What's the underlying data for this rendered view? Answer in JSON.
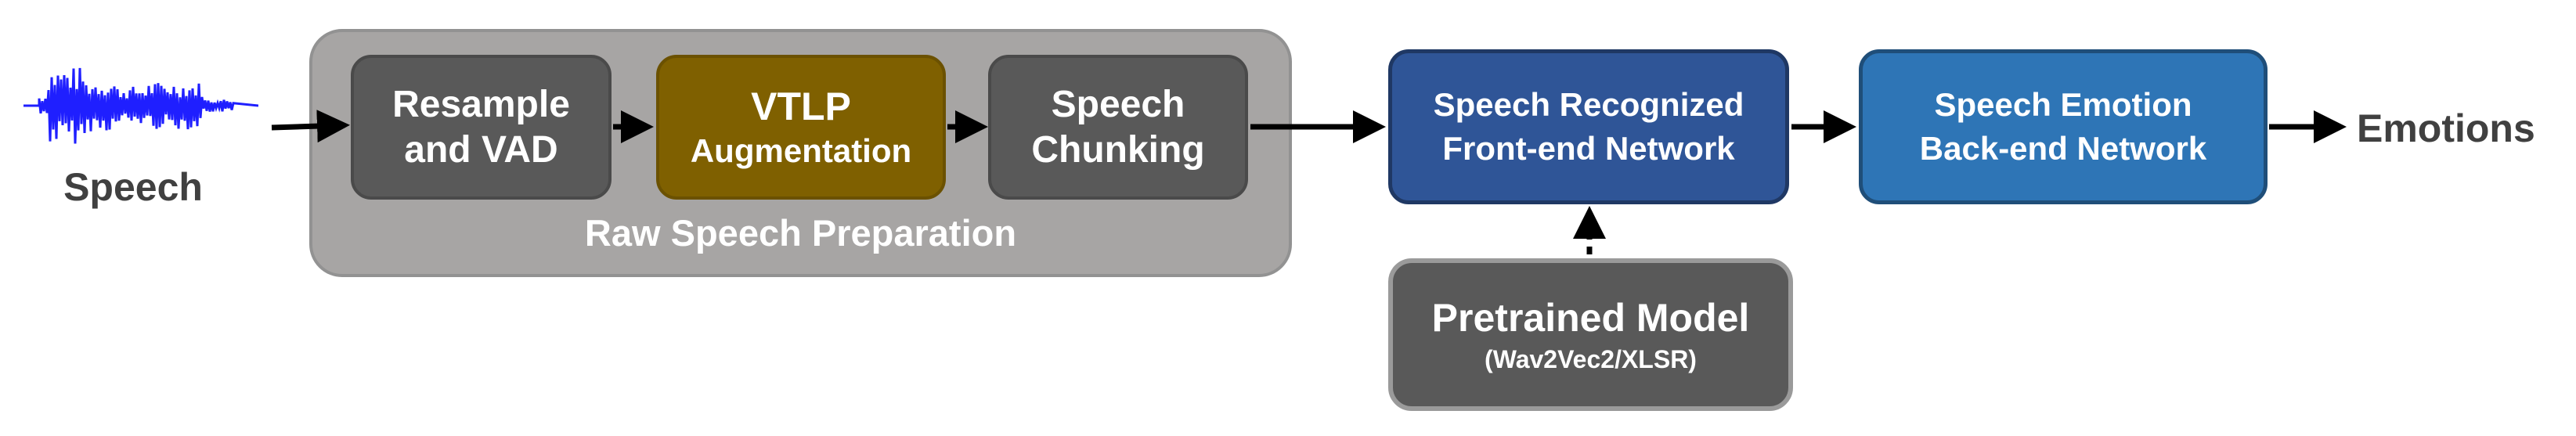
{
  "input": {
    "label": "Speech"
  },
  "output": {
    "label": "Emotions"
  },
  "group": {
    "label": "Raw Speech Preparation"
  },
  "prep_steps": [
    {
      "line1": "Resample",
      "line2": "and VAD"
    },
    {
      "line1": "VTLP",
      "line2": "Augmentation"
    },
    {
      "line1": "Speech",
      "line2": "Chunking"
    }
  ],
  "front_end": {
    "line1": "Speech Recognized",
    "line2": "Front-end Network"
  },
  "back_end": {
    "line1": "Speech Emotion",
    "line2": "Back-end Network"
  },
  "pretrained": {
    "title": "Pretrained Model",
    "subtitle": "(Wav2Vec2/XLSR)"
  },
  "colors": {
    "gray_box": "#595959",
    "gold_box": "#7f6000",
    "navy_box": "#2f5597",
    "blue_box": "#2e75b6",
    "group_bg": "#a7a5a4",
    "waveform": "#1f1fff",
    "arrow": "#000000"
  }
}
